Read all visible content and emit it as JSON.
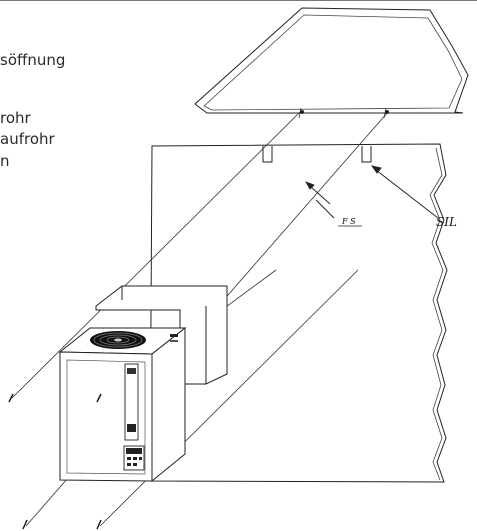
{
  "labels": {
    "line1": "söffnung",
    "line2": "rohr",
    "line3": "aufrohr",
    "line4": "n"
  },
  "callouts": {
    "sil": "SIL",
    "fs": "F S"
  }
}
